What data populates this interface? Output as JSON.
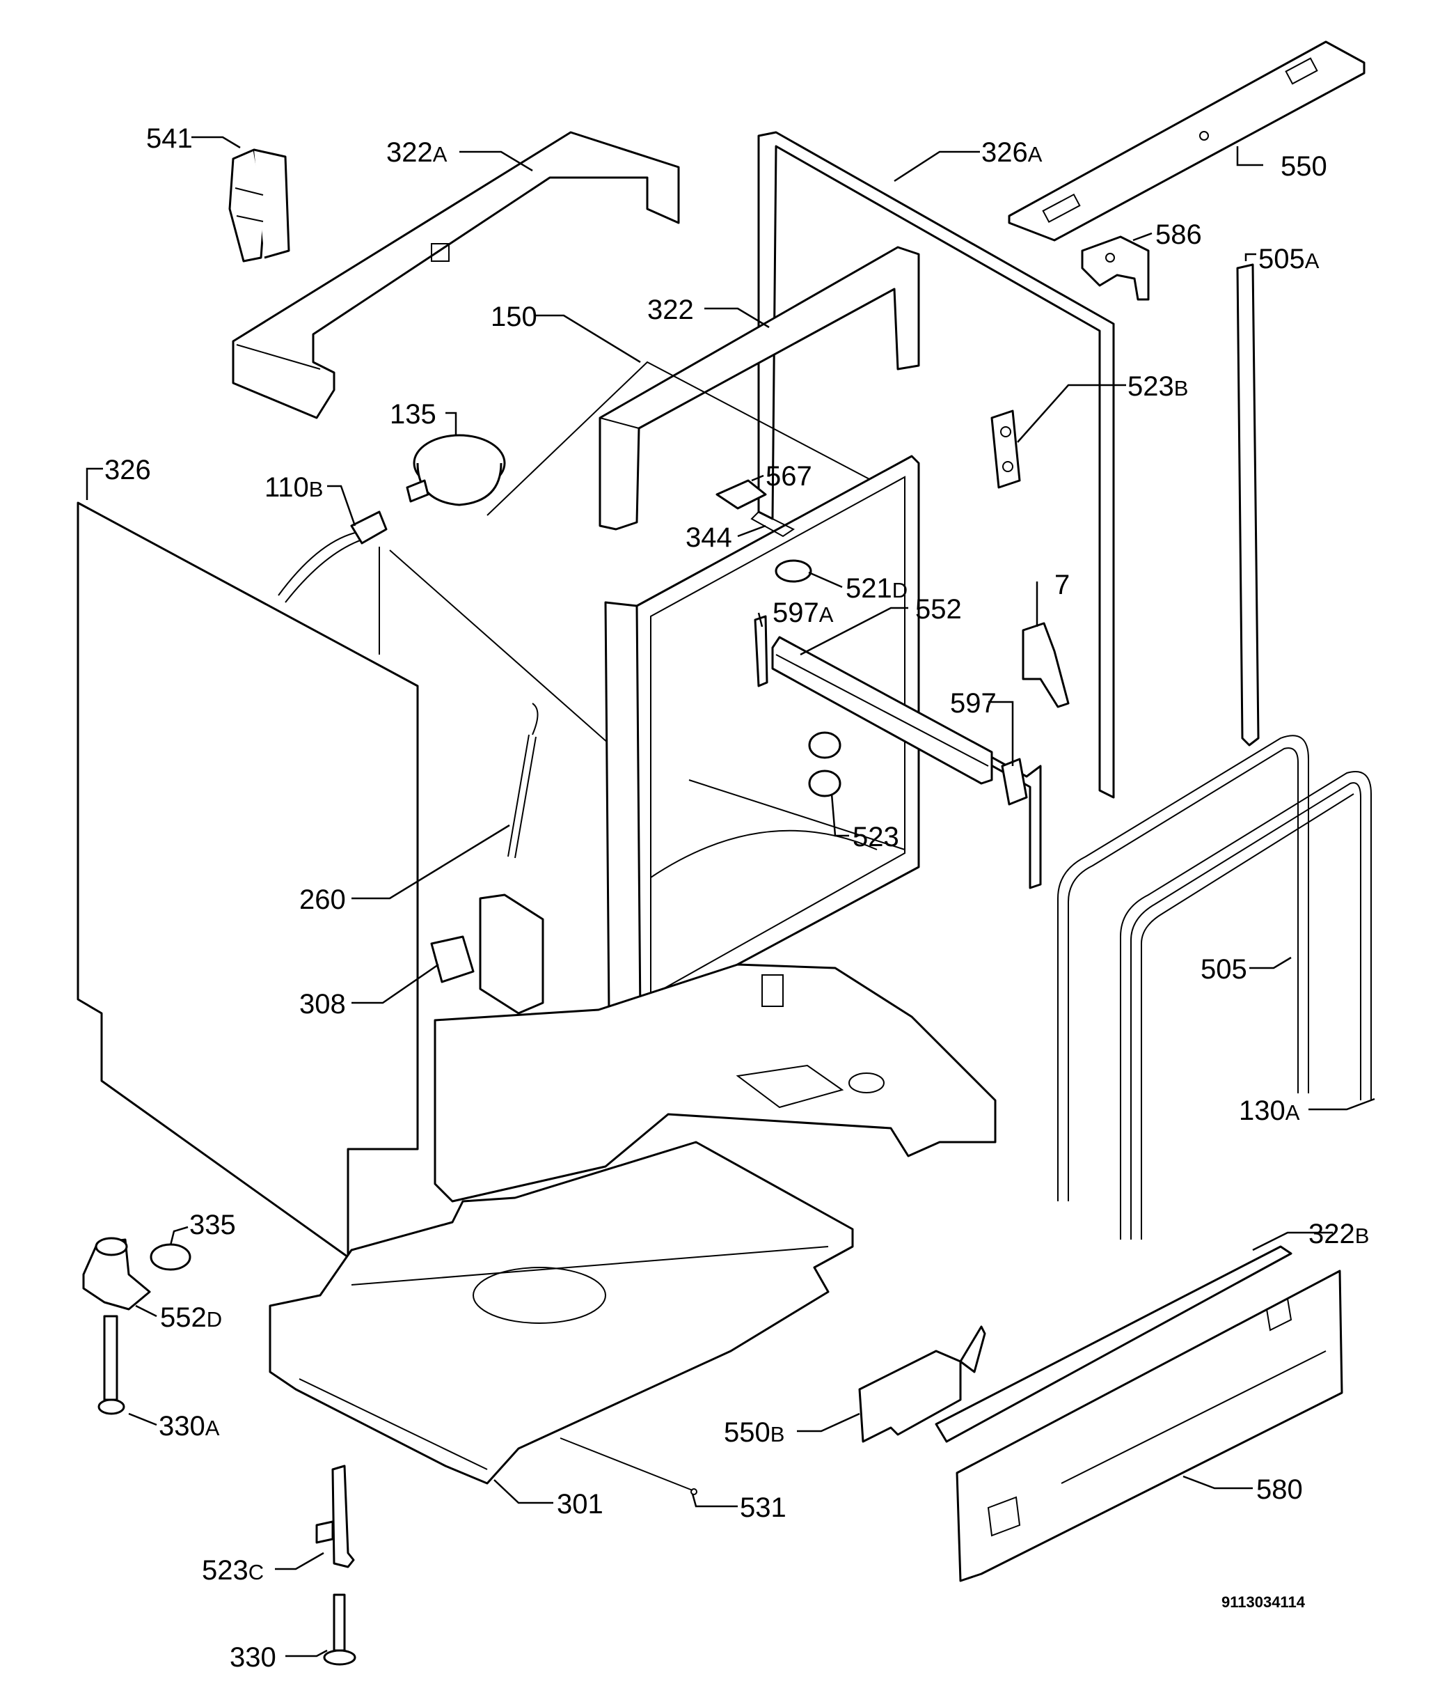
{
  "callouts": {
    "c541": {
      "num": "541",
      "suffix": ""
    },
    "c322a": {
      "num": "322",
      "suffix": "A"
    },
    "c326a": {
      "num": "326",
      "suffix": "A"
    },
    "c550": {
      "num": "550",
      "suffix": ""
    },
    "c586": {
      "num": "586",
      "suffix": ""
    },
    "c505a": {
      "num": "505",
      "suffix": "A"
    },
    "c150": {
      "num": "150",
      "suffix": ""
    },
    "c322": {
      "num": "322",
      "suffix": ""
    },
    "c523b": {
      "num": "523",
      "suffix": "B"
    },
    "c135": {
      "num": "135",
      "suffix": ""
    },
    "c326": {
      "num": "326",
      "suffix": ""
    },
    "c110b": {
      "num": "110",
      "suffix": "B"
    },
    "c567": {
      "num": "567",
      "suffix": ""
    },
    "c344": {
      "num": "344",
      "suffix": ""
    },
    "c521d": {
      "num": "521",
      "suffix": "D"
    },
    "c7": {
      "num": "7",
      "suffix": ""
    },
    "c597a": {
      "num": "597",
      "suffix": "A"
    },
    "c552": {
      "num": "552",
      "suffix": ""
    },
    "c597": {
      "num": "597",
      "suffix": ""
    },
    "c523": {
      "num": "523",
      "suffix": ""
    },
    "c260": {
      "num": "260",
      "suffix": ""
    },
    "c505": {
      "num": "505",
      "suffix": ""
    },
    "c308": {
      "num": "308",
      "suffix": ""
    },
    "c130a": {
      "num": "130",
      "suffix": "A"
    },
    "c335": {
      "num": "335",
      "suffix": ""
    },
    "c322b": {
      "num": "322",
      "suffix": "B"
    },
    "c552d": {
      "num": "552",
      "suffix": "D"
    },
    "c330a": {
      "num": "330",
      "suffix": "A"
    },
    "c550b": {
      "num": "550",
      "suffix": "B"
    },
    "c580": {
      "num": "580",
      "suffix": ""
    },
    "c301": {
      "num": "301",
      "suffix": ""
    },
    "c531": {
      "num": "531",
      "suffix": ""
    },
    "c523c": {
      "num": "523",
      "suffix": "C"
    },
    "c330": {
      "num": "330",
      "suffix": ""
    }
  },
  "document_number": "9113034114"
}
